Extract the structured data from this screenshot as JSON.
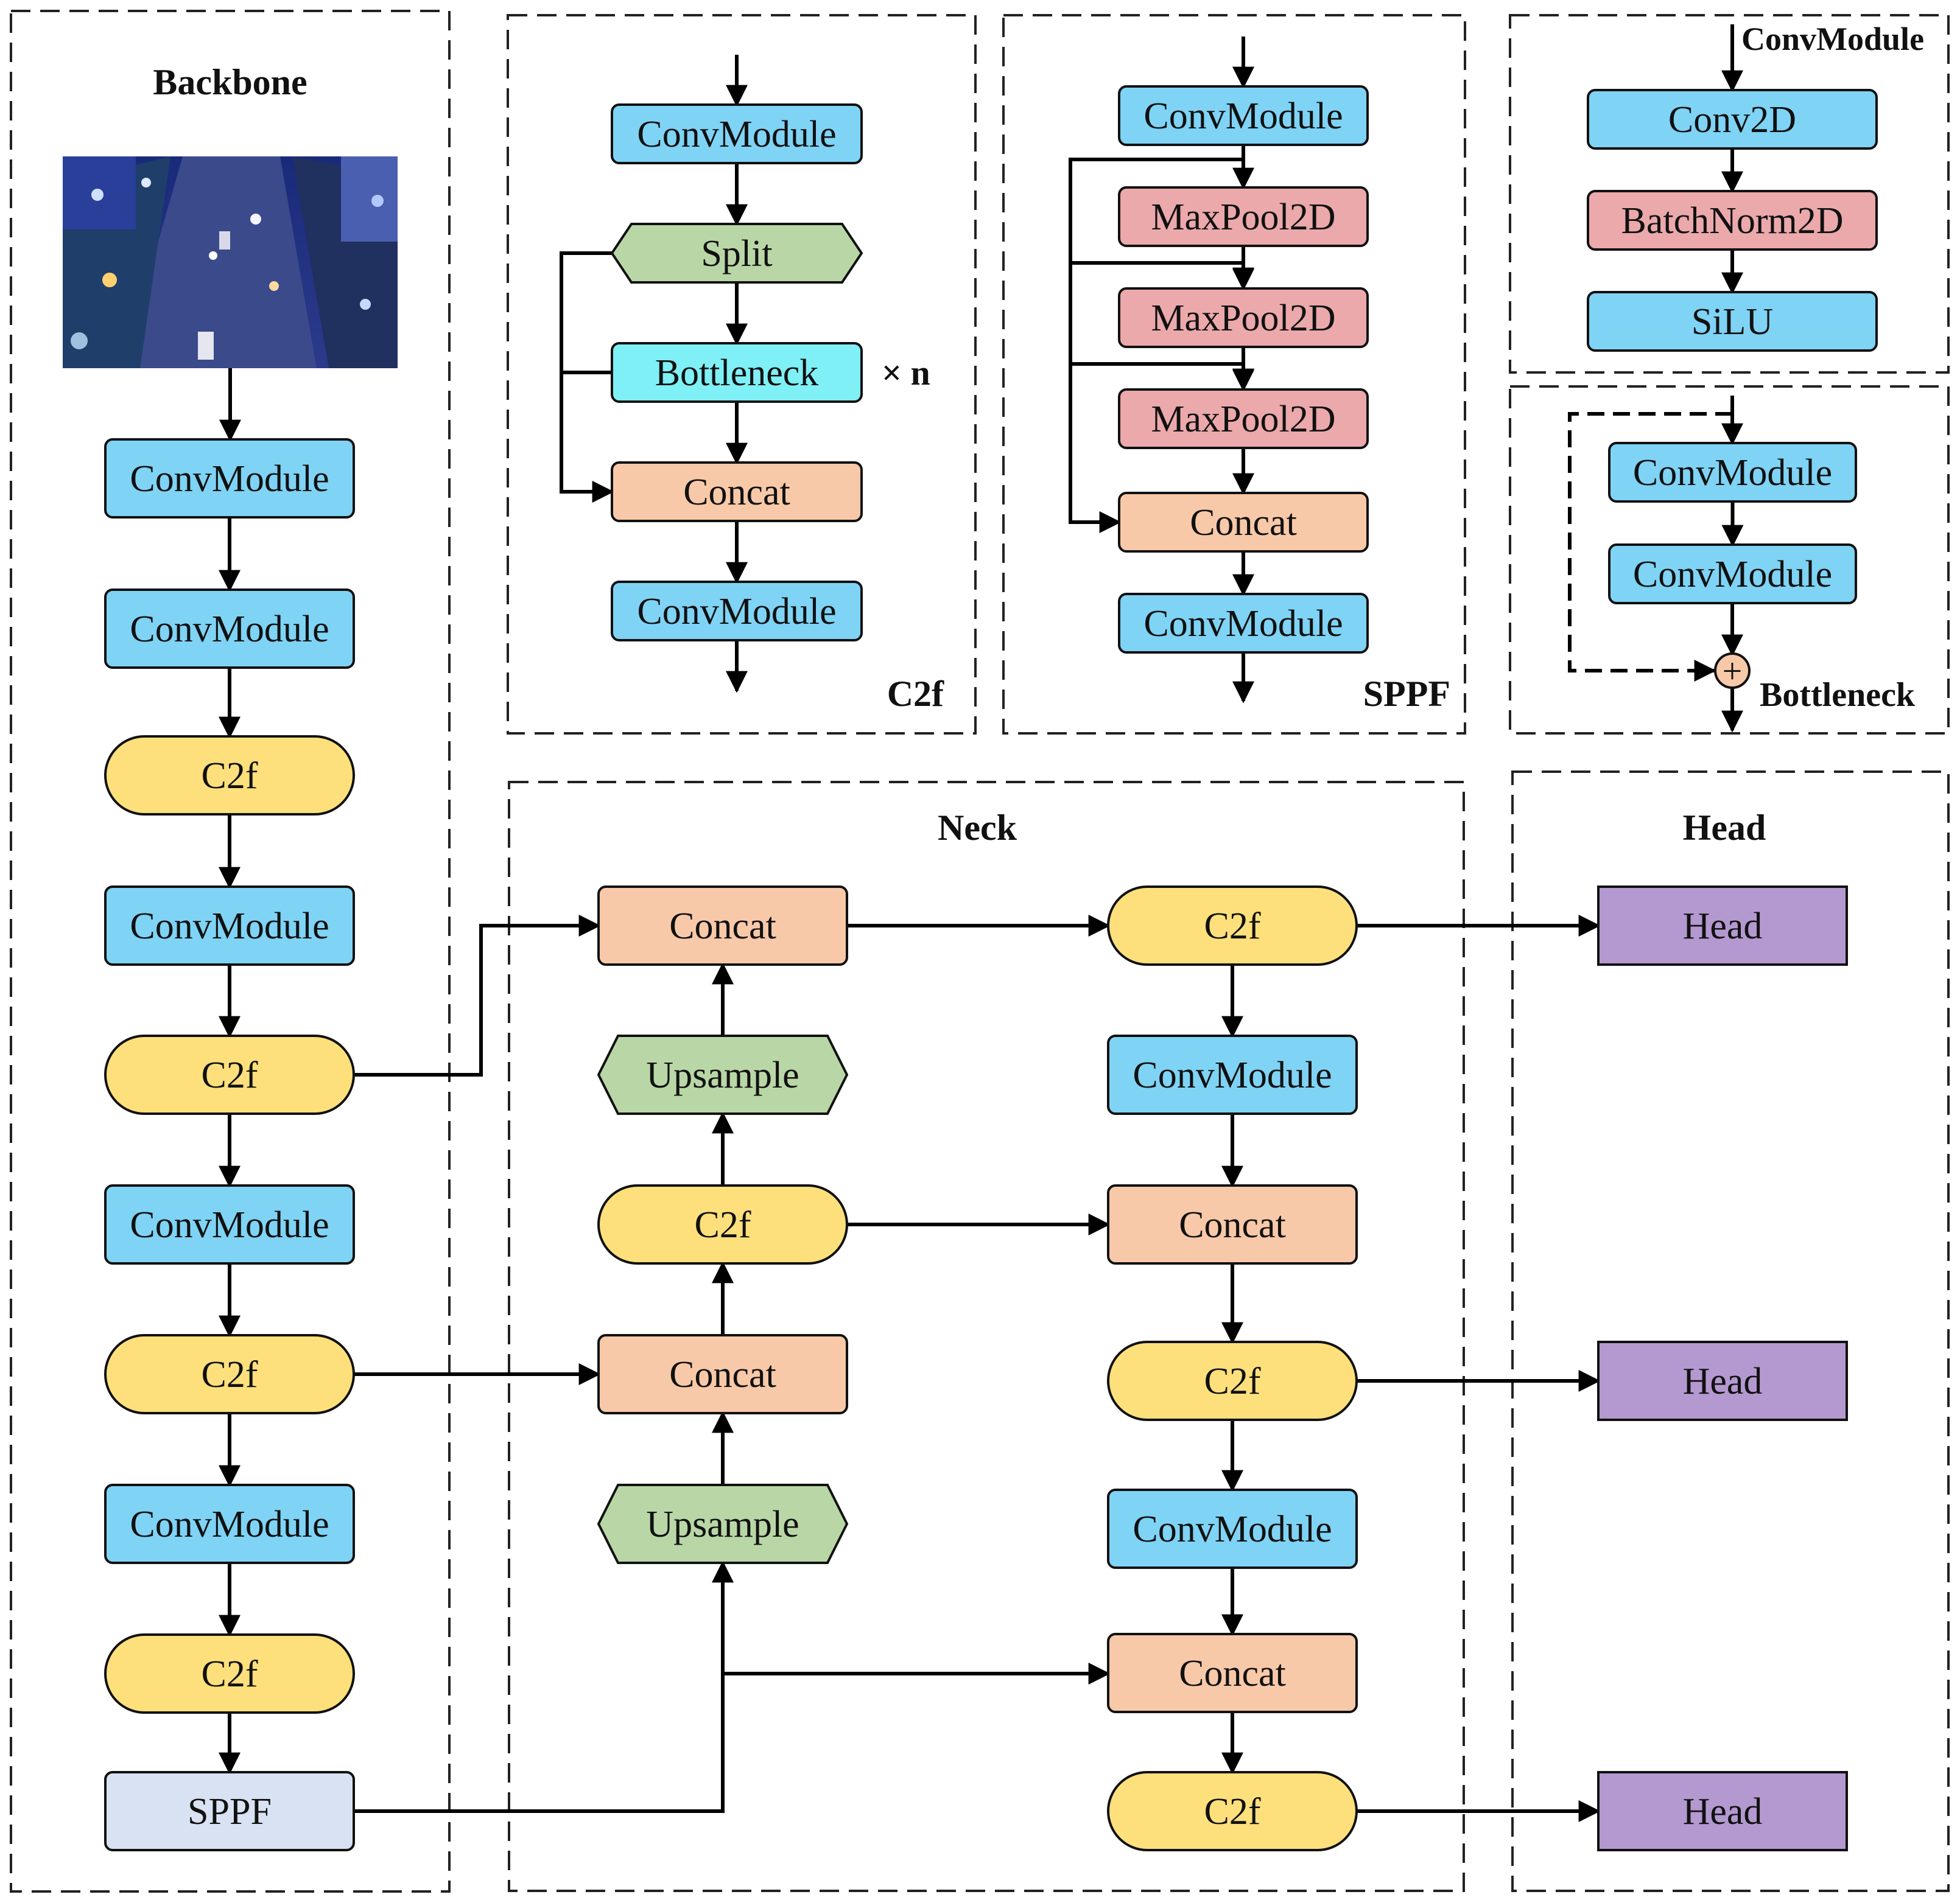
{
  "colors": {
    "conv": "#7fd3f5",
    "c2f": "#fde07c",
    "concat": "#f8c9a8",
    "upsample": "#b9d7a6",
    "maxpool": "#eba9ab",
    "head": "#b399d0",
    "sppf": "#d8e2f2",
    "bottleneck": "#7ff0f5",
    "add": "#f8c9a8"
  },
  "sections": {
    "backbone": "Backbone",
    "c2f": "C2f",
    "sppf": "SPPF",
    "convmodule": "ConvModule",
    "bottleneck": "Bottleneck",
    "neck": "Neck",
    "head": "Head"
  },
  "backbone": {
    "image": {
      "icon": "night-road-aerial-photo"
    },
    "blocks": [
      {
        "id": "bb-conv-1",
        "label": "ConvModule",
        "kind": "conv"
      },
      {
        "id": "bb-conv-2",
        "label": "ConvModule",
        "kind": "conv"
      },
      {
        "id": "bb-c2f-1",
        "label": "C2f",
        "kind": "c2f"
      },
      {
        "id": "bb-conv-3",
        "label": "ConvModule",
        "kind": "conv"
      },
      {
        "id": "bb-c2f-2",
        "label": "C2f",
        "kind": "c2f"
      },
      {
        "id": "bb-conv-4",
        "label": "ConvModule",
        "kind": "conv"
      },
      {
        "id": "bb-c2f-3",
        "label": "C2f",
        "kind": "c2f"
      },
      {
        "id": "bb-conv-5",
        "label": "ConvModule",
        "kind": "conv"
      },
      {
        "id": "bb-c2f-4",
        "label": "C2f",
        "kind": "c2f"
      },
      {
        "id": "bb-sppf",
        "label": "SPPF",
        "kind": "sppf"
      }
    ]
  },
  "c2f_detail": {
    "blocks": [
      {
        "id": "c2f-conv-in",
        "label": "ConvModule",
        "kind": "conv"
      },
      {
        "id": "c2f-split",
        "label": "Split",
        "kind": "split"
      },
      {
        "id": "c2f-bottleneck",
        "label": "Bottleneck",
        "kind": "bottleneck"
      },
      {
        "id": "c2f-concat",
        "label": "Concat",
        "kind": "concat"
      },
      {
        "id": "c2f-conv-out",
        "label": "ConvModule",
        "kind": "conv"
      }
    ],
    "repeat_label": "× n"
  },
  "sppf_detail": {
    "blocks": [
      {
        "id": "sppf-conv-in",
        "label": "ConvModule",
        "kind": "conv"
      },
      {
        "id": "sppf-pool-1",
        "label": "MaxPool2D",
        "kind": "maxpool"
      },
      {
        "id": "sppf-pool-2",
        "label": "MaxPool2D",
        "kind": "maxpool"
      },
      {
        "id": "sppf-pool-3",
        "label": "MaxPool2D",
        "kind": "maxpool"
      },
      {
        "id": "sppf-concat",
        "label": "Concat",
        "kind": "concat"
      },
      {
        "id": "sppf-conv-out",
        "label": "ConvModule",
        "kind": "conv"
      }
    ]
  },
  "convmodule_detail": {
    "blocks": [
      {
        "id": "cm-conv2d",
        "label": "Conv2D",
        "kind": "conv"
      },
      {
        "id": "cm-bn",
        "label": "BatchNorm2D",
        "kind": "maxpool"
      },
      {
        "id": "cm-silu",
        "label": "SiLU",
        "kind": "conv"
      }
    ]
  },
  "bottleneck_detail": {
    "blocks": [
      {
        "id": "bn-conv-1",
        "label": "ConvModule",
        "kind": "conv"
      },
      {
        "id": "bn-conv-2",
        "label": "ConvModule",
        "kind": "conv"
      }
    ],
    "add_symbol": "+"
  },
  "neck": {
    "blocks": [
      {
        "id": "nk-concat-1",
        "label": "Concat",
        "kind": "concat"
      },
      {
        "id": "nk-upsample-1",
        "label": "Upsample",
        "kind": "upsample"
      },
      {
        "id": "nk-c2f-1",
        "label": "C2f",
        "kind": "c2f"
      },
      {
        "id": "nk-concat-2",
        "label": "Concat",
        "kind": "concat"
      },
      {
        "id": "nk-upsample-2",
        "label": "Upsample",
        "kind": "upsample"
      },
      {
        "id": "nk-c2f-2",
        "label": "C2f",
        "kind": "c2f"
      },
      {
        "id": "nk-conv-1",
        "label": "ConvModule",
        "kind": "conv"
      },
      {
        "id": "nk-concat-3",
        "label": "Concat",
        "kind": "concat"
      },
      {
        "id": "nk-c2f-3",
        "label": "C2f",
        "kind": "c2f"
      },
      {
        "id": "nk-conv-2",
        "label": "ConvModule",
        "kind": "conv"
      },
      {
        "id": "nk-concat-4",
        "label": "Concat",
        "kind": "concat"
      },
      {
        "id": "nk-c2f-4",
        "label": "C2f",
        "kind": "c2f"
      }
    ]
  },
  "head": {
    "blocks": [
      {
        "id": "hd-1",
        "label": "Head",
        "kind": "head"
      },
      {
        "id": "hd-2",
        "label": "Head",
        "kind": "head"
      },
      {
        "id": "hd-3",
        "label": "Head",
        "kind": "head"
      }
    ]
  }
}
